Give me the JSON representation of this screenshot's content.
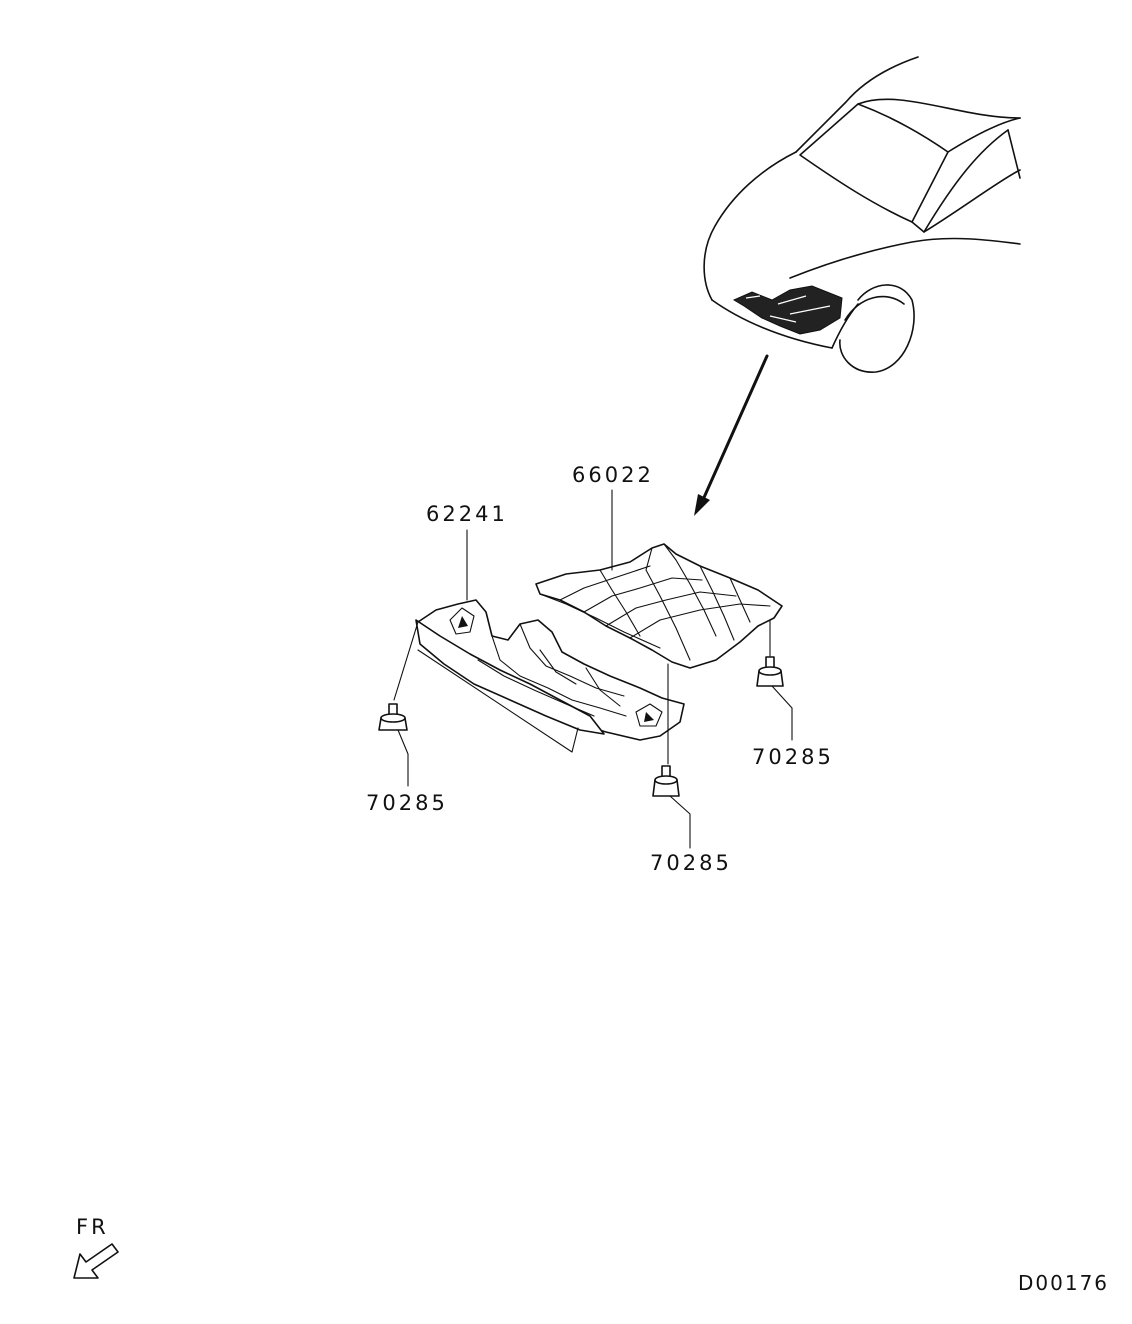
{
  "callouts": {
    "lower_cover": "66022",
    "front_cover": "62241",
    "bolt_left": "70285",
    "bolt_center": "70285",
    "bolt_right": "70285"
  },
  "orientation": {
    "label": "FR",
    "icon": "front-direction-arrow-icon"
  },
  "diagram_code": "D00176"
}
